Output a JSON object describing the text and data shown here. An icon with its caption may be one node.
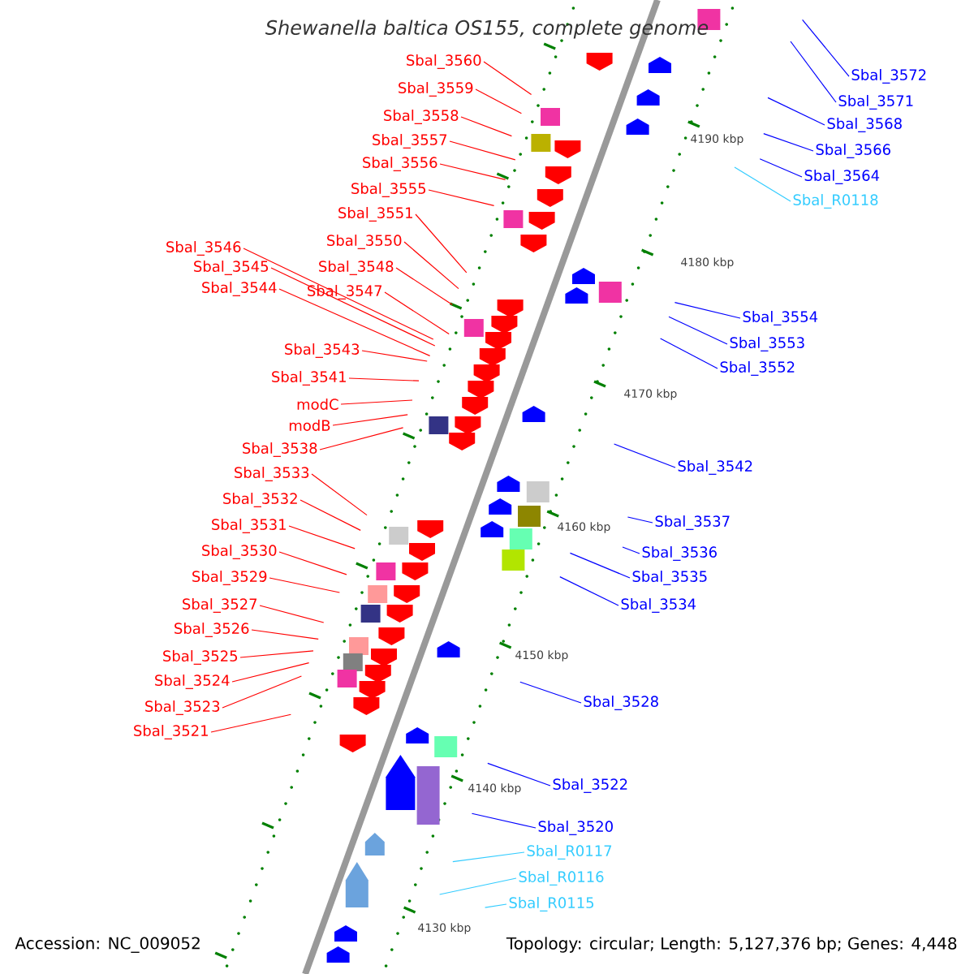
{
  "diagram": {
    "title": "Shewanella baltica OS155, complete genome",
    "nodes": [
      {
        "text": [
          "Sbal_3560"
        ]
      },
      {
        "text": [
          "Sbal_3559"
        ]
      },
      {
        "text": [
          "Sbal_3558"
        ]
      },
      {
        "text": [
          "Sbal_3557"
        ]
      },
      {
        "text": [
          "Sbal_3556"
        ]
      },
      {
        "text": [
          "Sbal_3555"
        ]
      },
      {
        "text": [
          "Sbal_3551"
        ]
      },
      {
        "text": [
          "Sbal_3550"
        ]
      },
      {
        "text": [
          "Sbal_3548"
        ]
      },
      {
        "text": [
          "Sbal_3547"
        ]
      },
      {
        "text": [
          "Sbal_3546"
        ]
      },
      {
        "text": [
          "Sbal_3545"
        ]
      },
      {
        "text": [
          "Sbal_3544"
        ]
      },
      {
        "text": [
          "Sbal_3543"
        ]
      },
      {
        "text": [
          "Sbal_3541"
        ]
      },
      {
        "text": [
          "modC"
        ]
      },
      {
        "text": [
          "modB"
        ]
      },
      {
        "text": [
          "Sbal_3538"
        ]
      },
      {
        "text": [
          "Sbal_3533"
        ]
      },
      {
        "text": [
          "Sbal_3532"
        ]
      },
      {
        "text": [
          "Sbal_3531"
        ]
      },
      {
        "text": [
          "Sbal_3530"
        ]
      },
      {
        "text": [
          "Sbal_3529"
        ]
      },
      {
        "text": [
          "Sbal_3527"
        ]
      },
      {
        "text": [
          "Sbal_3526"
        ]
      },
      {
        "text": [
          "Sbal_3525"
        ]
      },
      {
        "text": [
          "Sbal_3524"
        ]
      },
      {
        "text": [
          "Sbal_3523"
        ]
      },
      {
        "text": [
          "Sbal_3521"
        ]
      },
      {
        "text": [
          "Sbal_3572"
        ]
      },
      {
        "text": [
          "Sbal_3571"
        ]
      },
      {
        "text": [
          "Sbal_3568"
        ]
      },
      {
        "text": [
          "Sbal_3566"
        ]
      },
      {
        "text": [
          "Sbal_3564"
        ]
      },
      {
        "text": [
          "Sbal_R0118"
        ]
      },
      {
        "text": [
          "Sbal_3554"
        ]
      },
      {
        "text": [
          "Sbal_3553"
        ]
      },
      {
        "text": [
          "Sbal_3552"
        ]
      },
      {
        "text": [
          "Sbal_3542"
        ]
      },
      {
        "text": [
          "Sbal_3537"
        ]
      },
      {
        "text": [
          "Sbal_3536"
        ]
      },
      {
        "text": [
          "Sbal_3535"
        ]
      },
      {
        "text": [
          "Sbal_3534"
        ]
      },
      {
        "text": [
          "Sbal_3528"
        ]
      },
      {
        "text": [
          "Sbal_3522"
        ]
      },
      {
        "text": [
          "Sbal_3520"
        ]
      },
      {
        "text": [
          "Sbal_R0117"
        ]
      },
      {
        "text": [
          "Sbal_R0116"
        ]
      },
      {
        "text": [
          "Sbal_R0115"
        ]
      }
    ],
    "edges": [
      {
        "from": 0,
        "to": null,
        "arrow": "none"
      },
      {
        "from": 1,
        "to": null,
        "arrow": "none"
      },
      {
        "from": 2,
        "to": null,
        "arrow": "none"
      },
      {
        "from": 3,
        "to": null,
        "arrow": "none"
      },
      {
        "from": 4,
        "to": null,
        "arrow": "none"
      },
      {
        "from": 5,
        "to": null,
        "arrow": "none"
      },
      {
        "from": 6,
        "to": null,
        "arrow": "none"
      },
      {
        "from": 7,
        "to": null,
        "arrow": "none"
      },
      {
        "from": 8,
        "to": null,
        "arrow": "none"
      },
      {
        "from": 9,
        "to": null,
        "arrow": "none"
      },
      {
        "from": 10,
        "to": null,
        "arrow": "none"
      },
      {
        "from": 11,
        "to": null,
        "arrow": "none"
      },
      {
        "from": 12,
        "to": null,
        "arrow": "none"
      },
      {
        "from": 13,
        "to": null,
        "arrow": "none"
      },
      {
        "from": 14,
        "to": null,
        "arrow": "none"
      },
      {
        "from": 15,
        "to": null,
        "arrow": "none"
      },
      {
        "from": 16,
        "to": null,
        "arrow": "none"
      },
      {
        "from": 17,
        "to": null,
        "arrow": "none"
      },
      {
        "from": 18,
        "to": null,
        "arrow": "none"
      },
      {
        "from": 19,
        "to": null,
        "arrow": "none"
      },
      {
        "from": 20,
        "to": null,
        "arrow": "none"
      },
      {
        "from": 21,
        "to": null,
        "arrow": "none"
      },
      {
        "from": 22,
        "to": null,
        "arrow": "none"
      },
      {
        "from": 23,
        "to": null,
        "arrow": "none"
      },
      {
        "from": 24,
        "to": null,
        "arrow": "none"
      },
      {
        "from": 25,
        "to": null,
        "arrow": "none"
      },
      {
        "from": 26,
        "to": null,
        "arrow": "none"
      },
      {
        "from": 27,
        "to": null,
        "arrow": "none"
      },
      {
        "from": 28,
        "to": null,
        "arrow": "none"
      },
      {
        "from": 29,
        "to": null,
        "arrow": "none",
        "color": "#0000ff"
      },
      {
        "from": 30,
        "to": null,
        "arrow": "none",
        "color": "#0000ff"
      },
      {
        "from": 31,
        "to": null,
        "arrow": "none",
        "color": "#0000ff"
      },
      {
        "from": 32,
        "to": null,
        "arrow": "none",
        "color": "#0000ff"
      },
      {
        "from": 33,
        "to": null,
        "arrow": "none",
        "color": "#0000ff"
      },
      {
        "from": 34,
        "to": null,
        "arrow": "none",
        "color": "#33ccff"
      },
      {
        "from": 35,
        "to": null,
        "arrow": "none",
        "color": "#0000ff"
      },
      {
        "from": 36,
        "to": null,
        "arrow": "none",
        "color": "#0000ff"
      },
      {
        "from": 37,
        "to": null,
        "arrow": "none",
        "color": "#0000ff"
      },
      {
        "from": 38,
        "to": null,
        "arrow": "none",
        "color": "#0000ff"
      },
      {
        "from": 39,
        "to": null,
        "arrow": "none",
        "color": "#0000ff"
      },
      {
        "from": 40,
        "to": null,
        "arrow": "none",
        "color": "#0000ff"
      },
      {
        "from": 41,
        "to": null,
        "arrow": "none",
        "color": "#0000ff"
      },
      {
        "from": 42,
        "to": null,
        "arrow": "none",
        "color": "#0000ff"
      },
      {
        "from": 43,
        "to": null,
        "arrow": "none",
        "color": "#0000ff"
      },
      {
        "from": 44,
        "to": null,
        "arrow": "none",
        "color": "#0000ff"
      },
      {
        "from": 45,
        "to": null,
        "arrow": "none",
        "color": "#0000ff"
      },
      {
        "from": 46,
        "to": null,
        "arrow": "none",
        "color": "#33ccff"
      },
      {
        "from": 47,
        "to": null,
        "arrow": "none",
        "color": "#33ccff"
      },
      {
        "from": 48,
        "to": null,
        "arrow": "none",
        "color": "#33ccff"
      }
    ],
    "labels": [
      "4190 kbp",
      "4180 kbp",
      "4170 kbp",
      "4160 kbp",
      "4150 kbp",
      "4140 kbp",
      "4130 kbp",
      "Accession: NC_009052",
      "Topology: circular; Length: 5,127,376 bp; Genes: 4,448"
    ]
  }
}
